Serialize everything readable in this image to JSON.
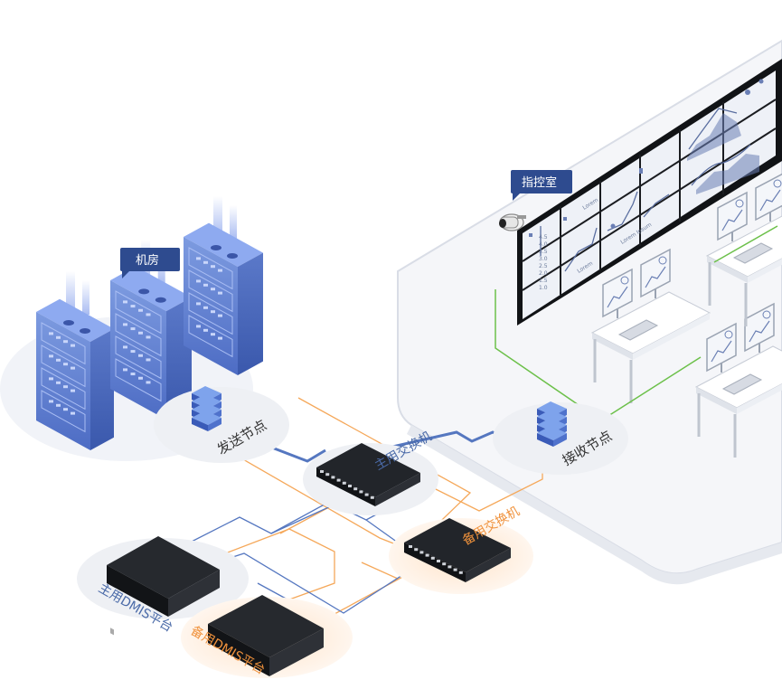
{
  "labels": {
    "server_room": "机房",
    "control_room": "指控室",
    "send_node": "发送节点",
    "receive_node": "接收节点",
    "main_switch": "主用交换机",
    "backup_switch": "备用交换机",
    "main_platform": "主用DMIS平台",
    "backup_platform": "备用DMIS平台"
  },
  "wall_chart_labels": {
    "series_a": "Lorem",
    "series_b": "Lorem",
    "series_c": "Lorem Ipsum",
    "y_ticks": [
      "4.5",
      "4.0",
      "3.5",
      "3.0",
      "2.5",
      "2.0",
      "1.5",
      "1.0"
    ]
  },
  "colors": {
    "main_line": "#5577c0",
    "backup_line": "#f5a85a",
    "video_line": "#6cc04a",
    "tag_bg": "#2e4b8f",
    "rack_blue": "#5d7fd2",
    "device_black": "#1e2024"
  }
}
